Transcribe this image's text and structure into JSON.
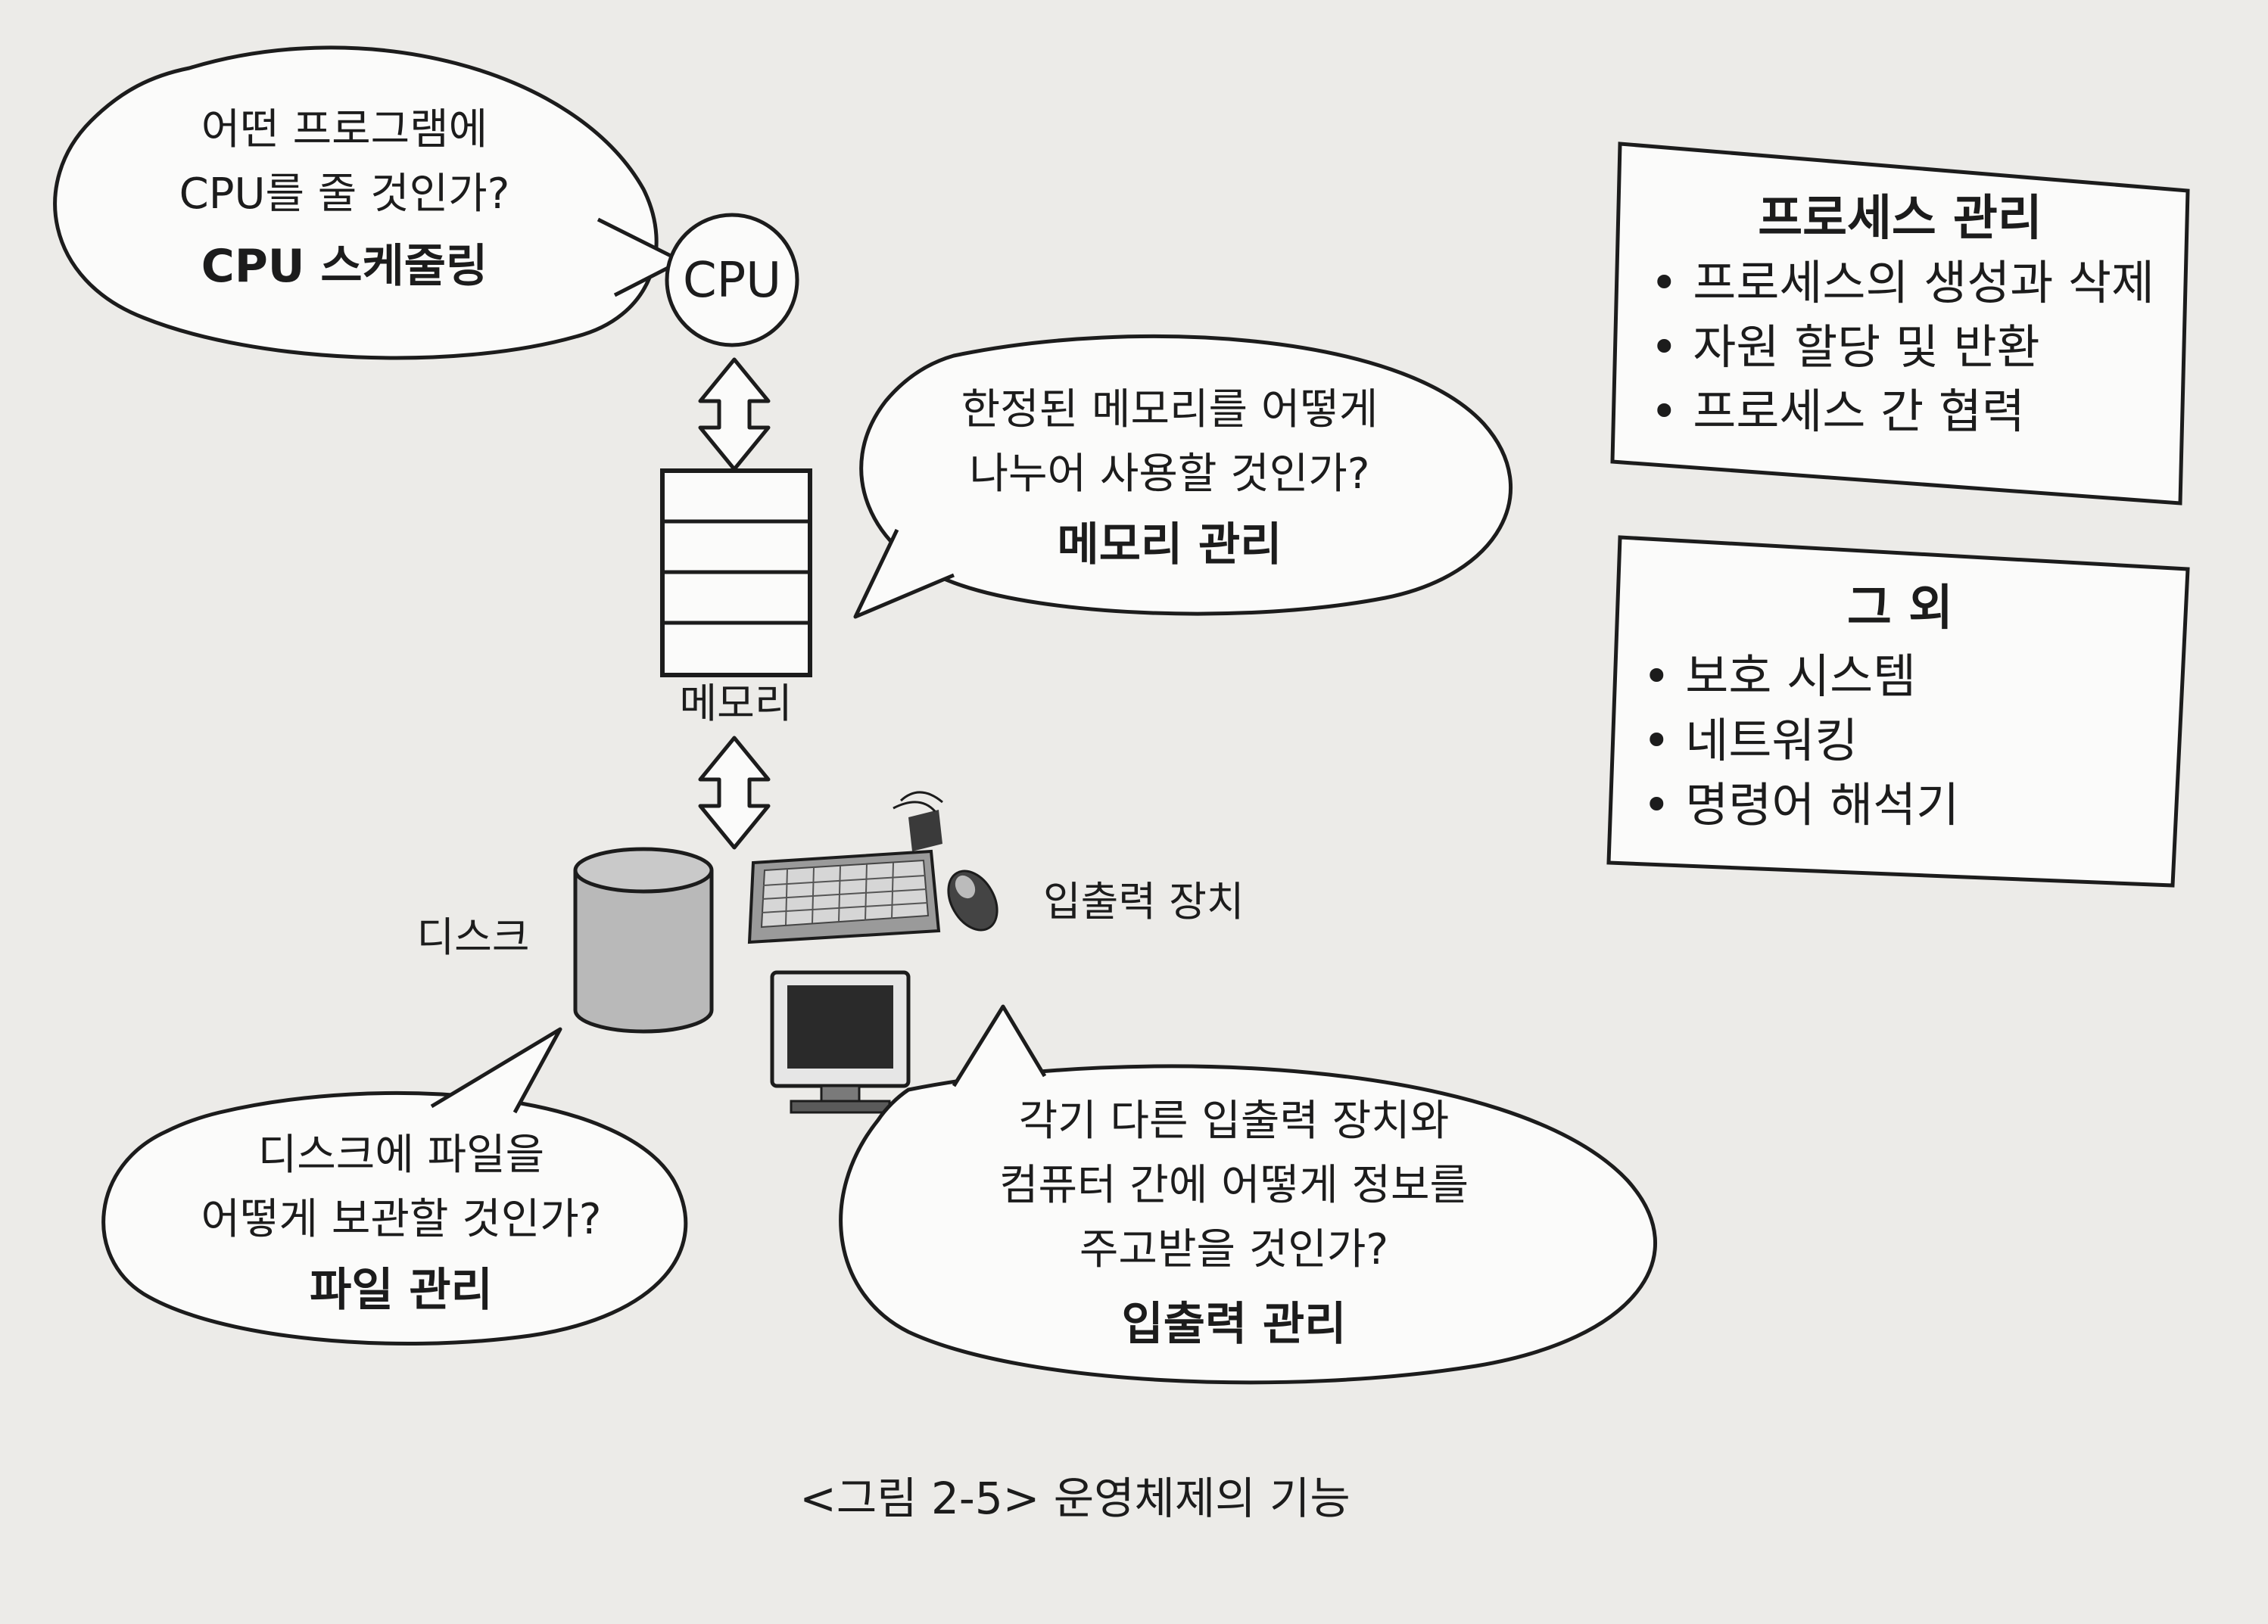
{
  "bubbles": {
    "cpu": {
      "lines": [
        "어떤 프로그램에",
        "CPU를 줄 것인가?"
      ],
      "title": "CPU 스케줄링"
    },
    "memory": {
      "lines": [
        "한정된 메모리를 어떻게",
        "나누어 사용할 것인가?"
      ],
      "title": "메모리 관리"
    },
    "file": {
      "lines": [
        "디스크에 파일을",
        "어떻게 보관할 것인가?"
      ],
      "title": "파일 관리"
    },
    "io": {
      "lines": [
        "각기 다른 입출력 장치와",
        "컴퓨터 간에 어떻게 정보를",
        "주고받을 것인가?"
      ],
      "title": "입출력 관리"
    }
  },
  "components": {
    "cpu": "CPU",
    "memory": "메모리",
    "disk": "디스크",
    "io": "입출력 장치"
  },
  "boxes": {
    "process": {
      "title": "프로세스 관리",
      "items": [
        "• 프로세스의 생성과 삭제",
        "• 자원 할당 및 반환",
        "• 프로세스 간 협력"
      ]
    },
    "others": {
      "title": "그 외",
      "items": [
        "• 보호 시스템",
        "• 네트워킹",
        "• 명령어 해석기"
      ]
    }
  },
  "caption": "<그림 2-5> 운영체제의 기능",
  "colors": {
    "background": "#ecebe8",
    "ink": "#1c1c1c",
    "disk_fill": "#b9b9b9",
    "monitor_screen": "#2a2a2a"
  }
}
